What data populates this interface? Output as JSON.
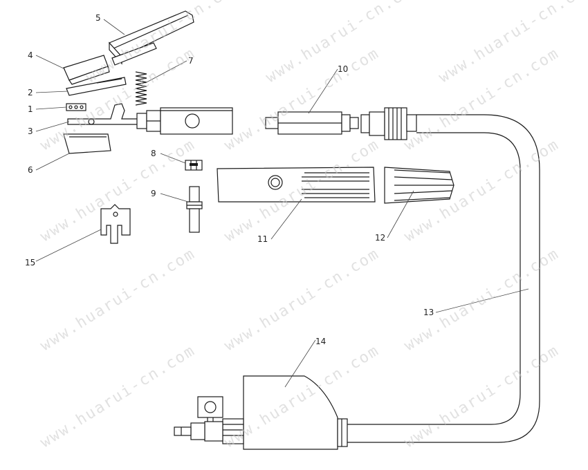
{
  "watermark": {
    "text": "www.huarui-cn.com",
    "color": "#c8c8c8"
  },
  "labels": [
    {
      "id": "1",
      "text": "1"
    },
    {
      "id": "2",
      "text": "2"
    },
    {
      "id": "3",
      "text": "3"
    },
    {
      "id": "4",
      "text": "4"
    },
    {
      "id": "5",
      "text": "5"
    },
    {
      "id": "6",
      "text": "6"
    },
    {
      "id": "7",
      "text": "7"
    },
    {
      "id": "8",
      "text": "8"
    },
    {
      "id": "9",
      "text": "9"
    },
    {
      "id": "10",
      "text": "10"
    },
    {
      "id": "11",
      "text": "11"
    },
    {
      "id": "12",
      "text": "12"
    },
    {
      "id": "13",
      "text": "13"
    },
    {
      "id": "14",
      "text": "14"
    },
    {
      "id": "15",
      "text": "15"
    }
  ]
}
